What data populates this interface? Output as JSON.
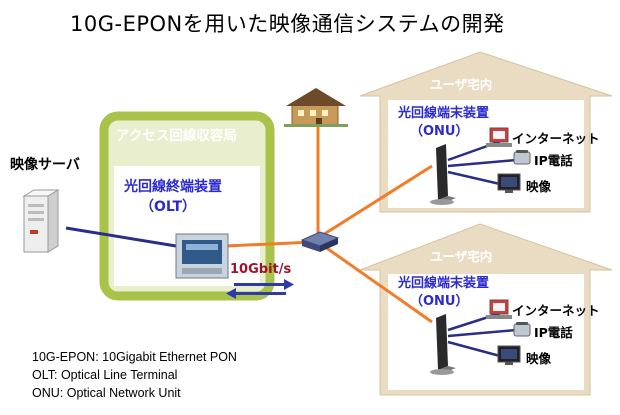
{
  "title": "10G-EPONを用いた映像通信システムの開発",
  "video_server": {
    "label": "映像サーバ"
  },
  "central_office": {
    "label": "アクセス回線収容局",
    "olt_label_line1": "光回線終端装置",
    "olt_label_line2": "（OLT）"
  },
  "link": {
    "speed_label": "10Gbit/s"
  },
  "homes": [
    {
      "label": "ユーザ宅内",
      "onu_label_line1": "光回線端末装置",
      "onu_label_line2": "（ONU）",
      "services": [
        "インターネット",
        "IP電話",
        "映像"
      ]
    },
    {
      "label": "ユーザ宅内",
      "onu_label_line1": "光回線端末装置",
      "onu_label_line2": "（ONU）",
      "services": [
        "インターネット",
        "IP電話",
        "映像"
      ]
    }
  ],
  "legend": [
    "10G-EPON: 10Gigabit Ethernet PON",
    "OLT: Optical Line Terminal",
    "ONU: Optical Network Unit"
  ],
  "colors": {
    "fiber": "#f07d2a",
    "server_link": "#2b2e86",
    "office_box": "#a8c24a",
    "office_bg": "#e9eecf",
    "house_fill": "#eadcc3",
    "house_stroke": "#c9b48c",
    "label_blue": "#2b2bd0",
    "speed_red": "#a0102b"
  }
}
